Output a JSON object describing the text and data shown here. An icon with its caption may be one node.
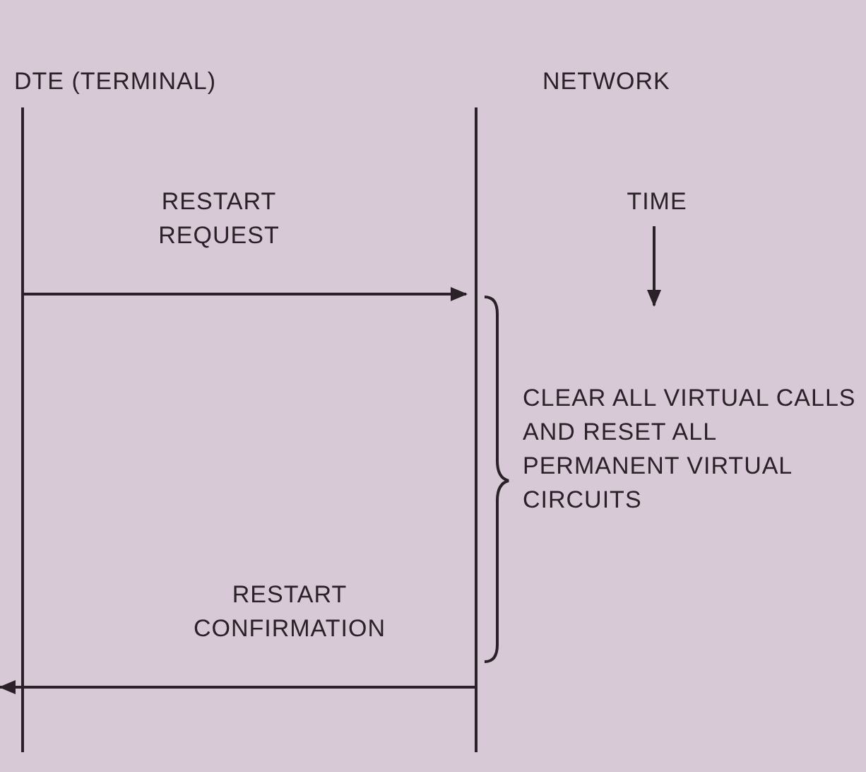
{
  "diagram": {
    "nodes": [
      {
        "text": [
          "DTE (TERMINAL)"
        ]
      },
      {
        "text": [
          "NETWORK"
        ]
      }
    ],
    "edges": [
      {
        "from": 0,
        "to": 1,
        "arrow": "to",
        "label": "RESTART REQUEST"
      },
      {
        "from": 1,
        "to": 0,
        "arrow": "to",
        "label": "RESTART CONFIRMATION"
      }
    ],
    "labels": [
      "TIME",
      "CLEAR ALL VIRTUAL CALLS AND RESET ALL PERMANENT VIRTUAL CIRCUITS"
    ]
  }
}
